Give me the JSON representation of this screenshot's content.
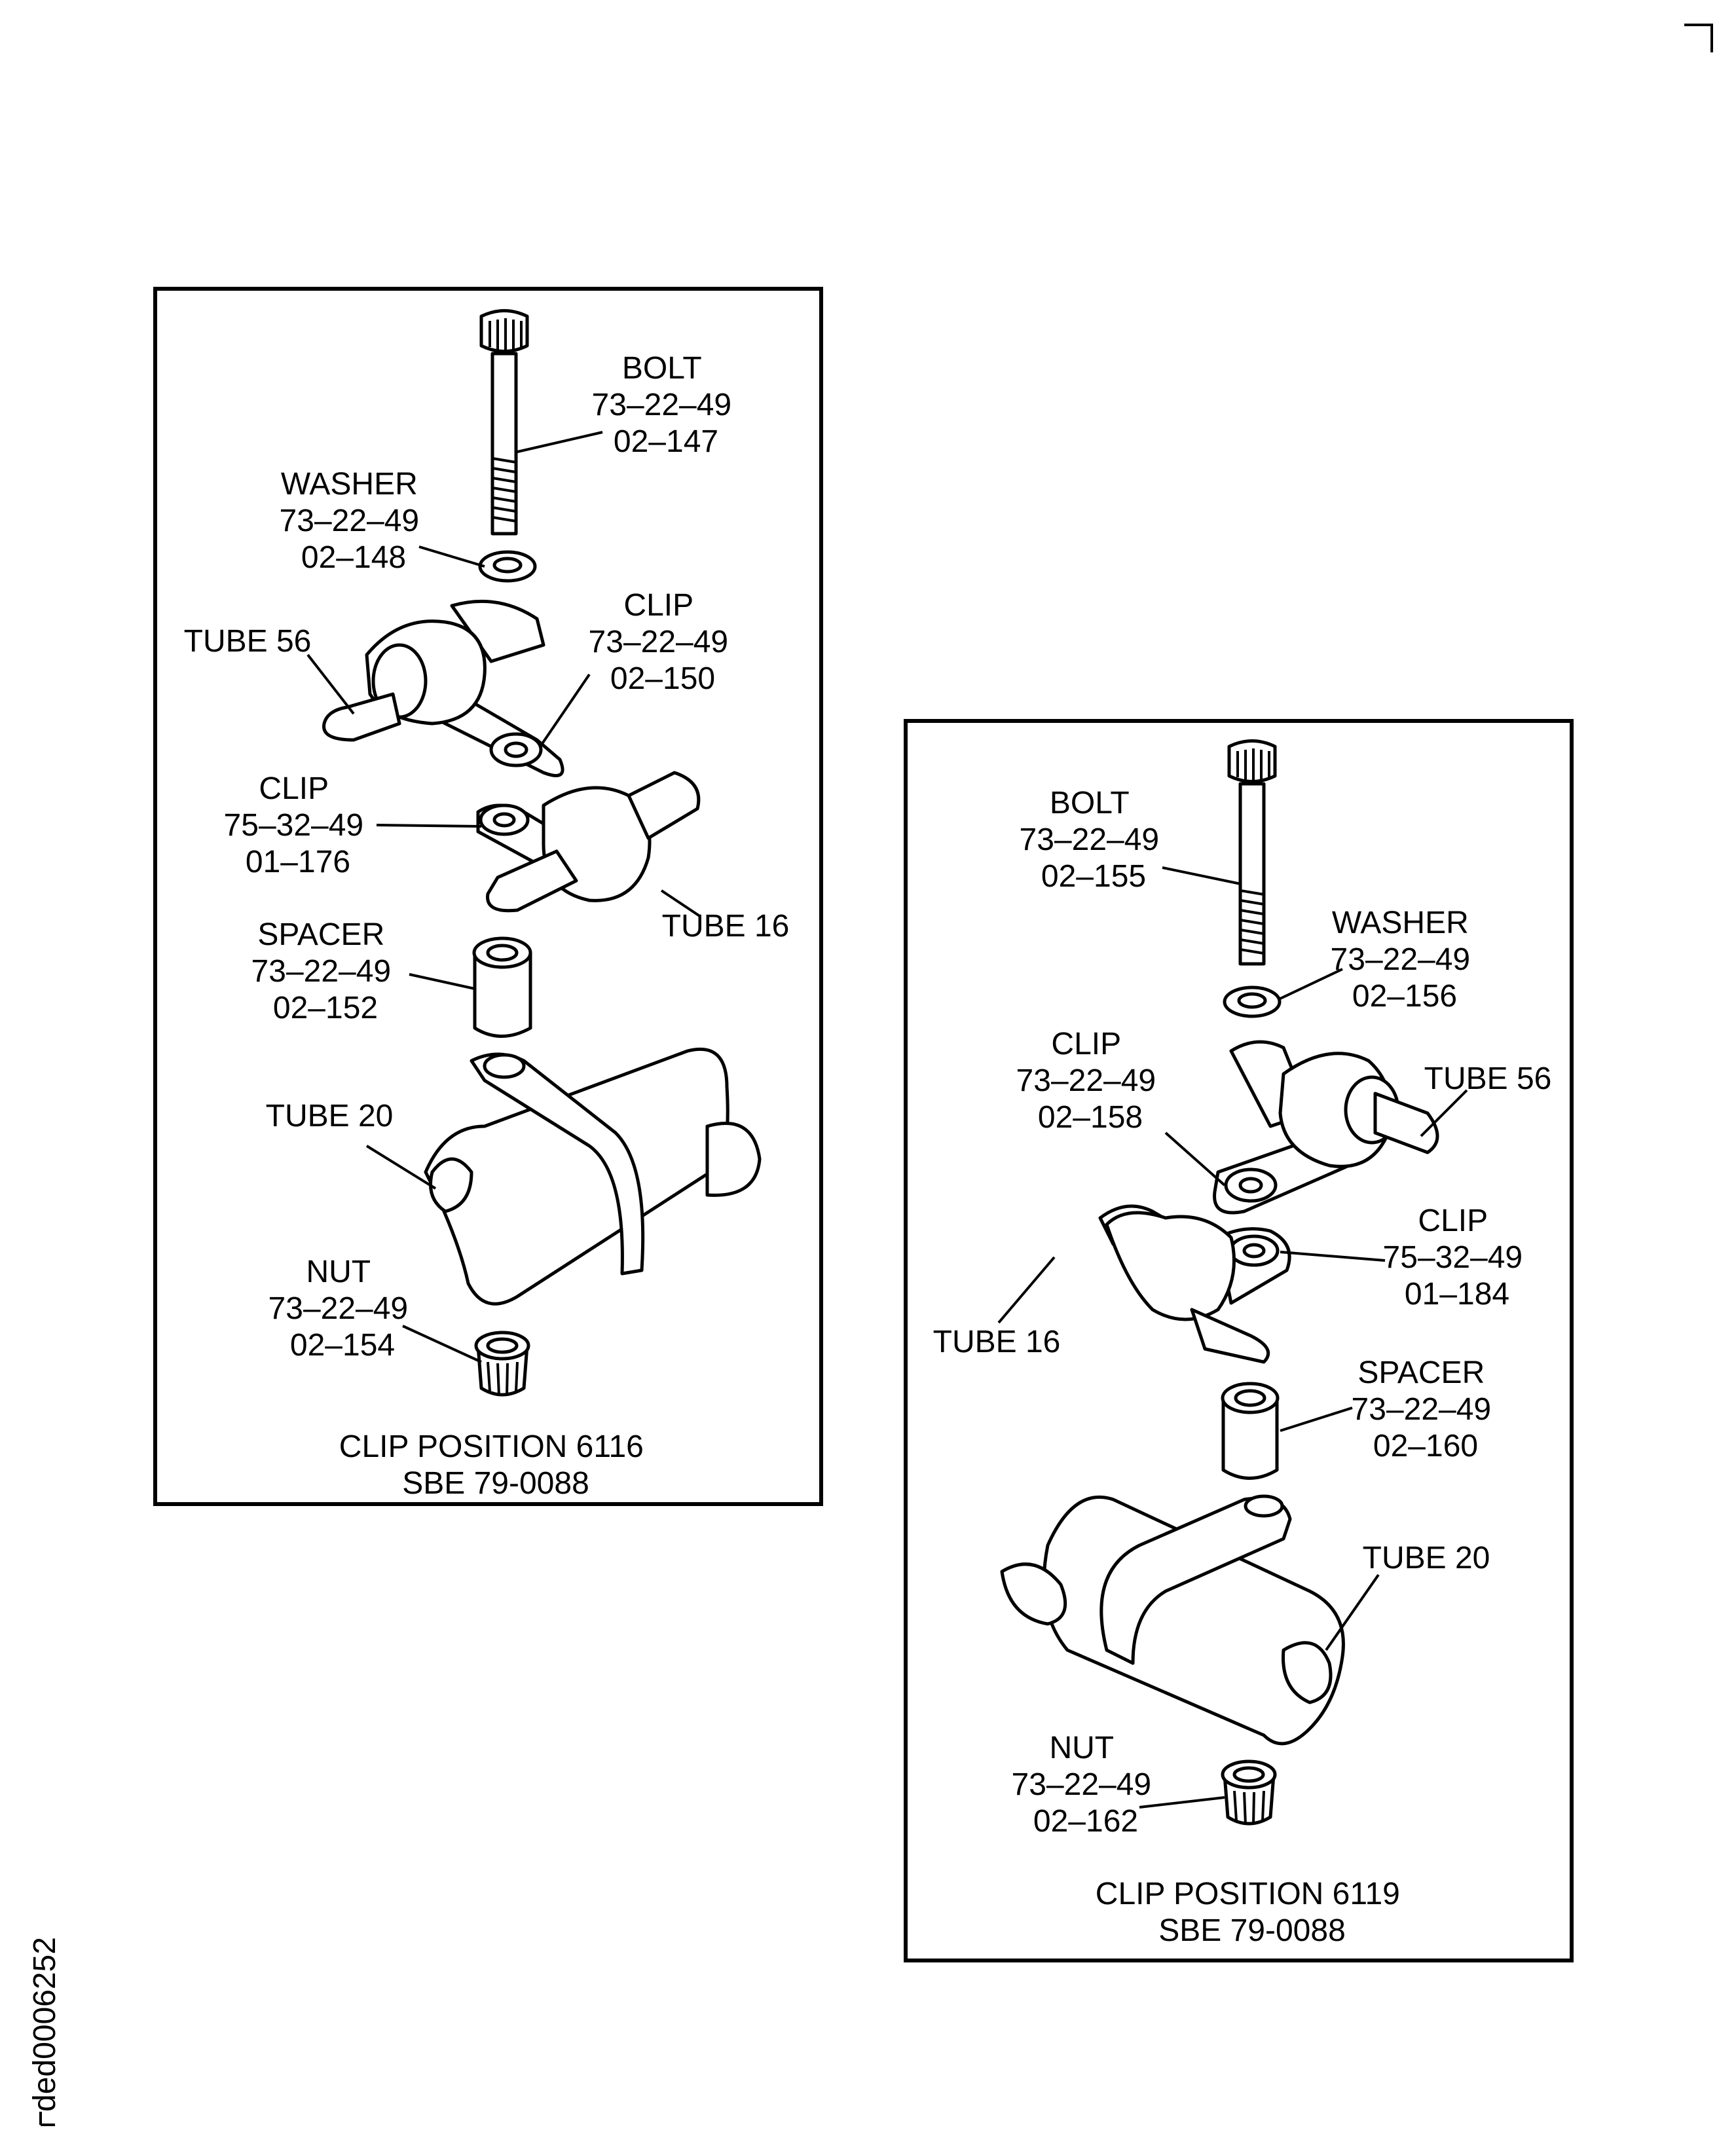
{
  "figure_id": "ded0006252",
  "panels": [
    {
      "caption": [
        "CLIP POSITION 6116",
        "SBE 79-0088"
      ],
      "parts": {
        "bolt": [
          "BOLT",
          "73–22–49",
          "02–147"
        ],
        "washer": [
          "WASHER",
          "73–22–49",
          "02–148"
        ],
        "clip_upper": [
          "CLIP",
          "73–22–49",
          "02–150"
        ],
        "tube56": [
          "TUBE 56"
        ],
        "clip_lower": [
          "CLIP",
          "75–32–49",
          "01–176"
        ],
        "tube16": [
          "TUBE 16"
        ],
        "spacer": [
          "SPACER",
          "73–22–49",
          "02–152"
        ],
        "tube20": [
          "TUBE 20"
        ],
        "nut": [
          "NUT",
          "73–22–49",
          "02–154"
        ]
      }
    },
    {
      "caption": [
        "CLIP POSITION 6119",
        "SBE 79-0088"
      ],
      "parts": {
        "bolt": [
          "BOLT",
          "73–22–49",
          "02–155"
        ],
        "washer": [
          "WASHER",
          "73–22–49",
          "02–156"
        ],
        "clip_upper": [
          "CLIP",
          "73–22–49",
          "02–158"
        ],
        "tube56": [
          "TUBE 56"
        ],
        "clip_lower": [
          "CLIP",
          "75–32–49",
          "01–184"
        ],
        "tube16": [
          "TUBE 16"
        ],
        "spacer": [
          "SPACER",
          "73–22–49",
          "02–160"
        ],
        "tube20": [
          "TUBE 20"
        ],
        "nut": [
          "NUT",
          "73–22–49",
          "02–162"
        ]
      }
    }
  ]
}
